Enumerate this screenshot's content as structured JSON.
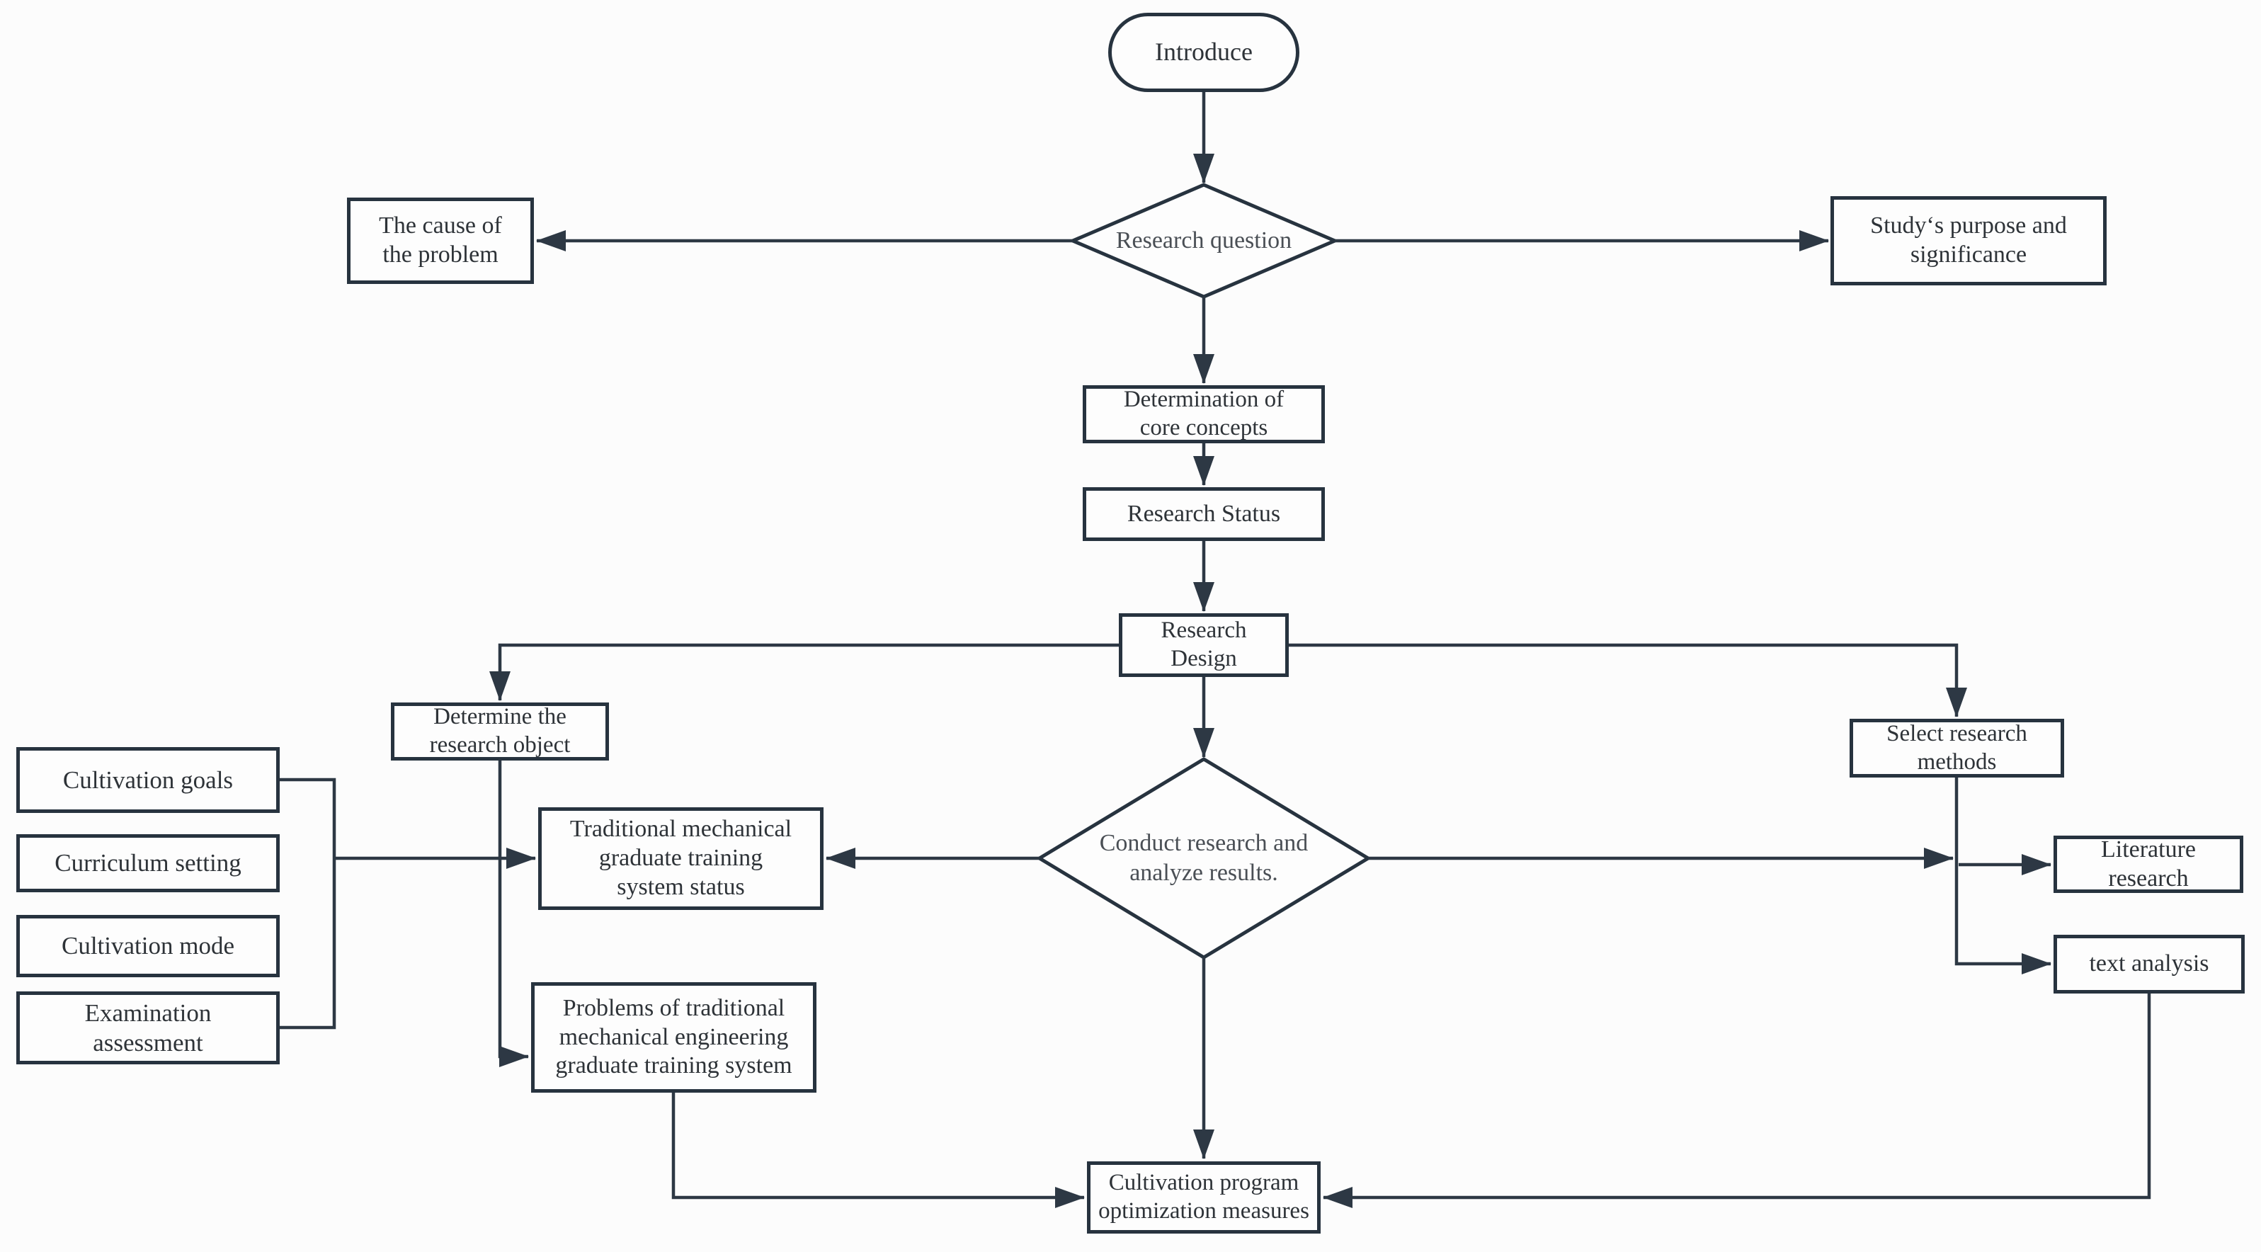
{
  "diagram": {
    "title": "Research flowchart",
    "background_color": "#fcfcfc",
    "shape_border_color": "#27333f",
    "connector_color": "#2d3844",
    "text_color": "#2e3338",
    "nodes": {
      "introduce": {
        "label": "Introduce",
        "shape": "stadium"
      },
      "research_question": {
        "label": "Research question",
        "shape": "diamond"
      },
      "cause": {
        "label": "The cause of\nthe problem",
        "shape": "rect"
      },
      "purpose": {
        "label": "Study‘s purpose and\nsignificance",
        "shape": "rect"
      },
      "determination": {
        "label": "Determination of\ncore concepts",
        "shape": "rect"
      },
      "status": {
        "label": "Research Status",
        "shape": "rect"
      },
      "design": {
        "label": "Research\nDesign",
        "shape": "rect"
      },
      "determine_object": {
        "label": "Determine the\nresearch object",
        "shape": "rect"
      },
      "select_methods": {
        "label": "Select research\nmethods",
        "shape": "rect"
      },
      "goals": {
        "label": "Cultivation goals",
        "shape": "rect"
      },
      "curriculum": {
        "label": "Curriculum setting",
        "shape": "rect"
      },
      "mode": {
        "label": "Cultivation mode",
        "shape": "rect"
      },
      "exam": {
        "label": "Examination\nassessment",
        "shape": "rect"
      },
      "traditional": {
        "label": "Traditional mechanical\ngraduate training\nsystem status",
        "shape": "rect"
      },
      "conduct": {
        "label": "Conduct research and\nanalyze results.",
        "shape": "diamond"
      },
      "problems": {
        "label": "Problems of traditional\nmechanical engineering\ngraduate training system",
        "shape": "rect"
      },
      "literature": {
        "label": "Literature\nresearch",
        "shape": "rect"
      },
      "text_analysis": {
        "label": "text analysis",
        "shape": "rect"
      },
      "optimization": {
        "label": "Cultivation program\noptimization measures",
        "shape": "rect"
      }
    },
    "edges": [
      {
        "from": "introduce",
        "to": "research_question",
        "arrow": true
      },
      {
        "from": "research_question",
        "to": "cause",
        "arrow": true
      },
      {
        "from": "research_question",
        "to": "purpose",
        "arrow": true
      },
      {
        "from": "research_question",
        "to": "determination",
        "arrow": true
      },
      {
        "from": "determination",
        "to": "status",
        "arrow": true
      },
      {
        "from": "status",
        "to": "design",
        "arrow": true
      },
      {
        "from": "design",
        "to": "determine_object",
        "arrow": true
      },
      {
        "from": "design",
        "to": "select_methods",
        "arrow": true
      },
      {
        "from": "design",
        "to": "conduct",
        "arrow": true
      },
      {
        "from": "conduct",
        "to": "traditional",
        "arrow": true
      },
      {
        "from": "goals",
        "to": "traditional",
        "arrow": true,
        "via": "bracket with curriculum, mode, exam"
      },
      {
        "from": "exam",
        "to": "traditional",
        "arrow": true,
        "via": "bracket"
      },
      {
        "from": "determine_object",
        "to": "problems",
        "arrow": true
      },
      {
        "from": "conduct",
        "to": "select_methods_junction",
        "arrow": true
      },
      {
        "from": "select_methods_junction",
        "to": "literature",
        "arrow": true
      },
      {
        "from": "select_methods",
        "to": "text_analysis",
        "arrow": true
      },
      {
        "from": "conduct",
        "to": "optimization",
        "arrow": true
      },
      {
        "from": "problems",
        "to": "optimization",
        "arrow": true
      },
      {
        "from": "text_analysis",
        "to": "optimization",
        "arrow": true
      }
    ]
  }
}
